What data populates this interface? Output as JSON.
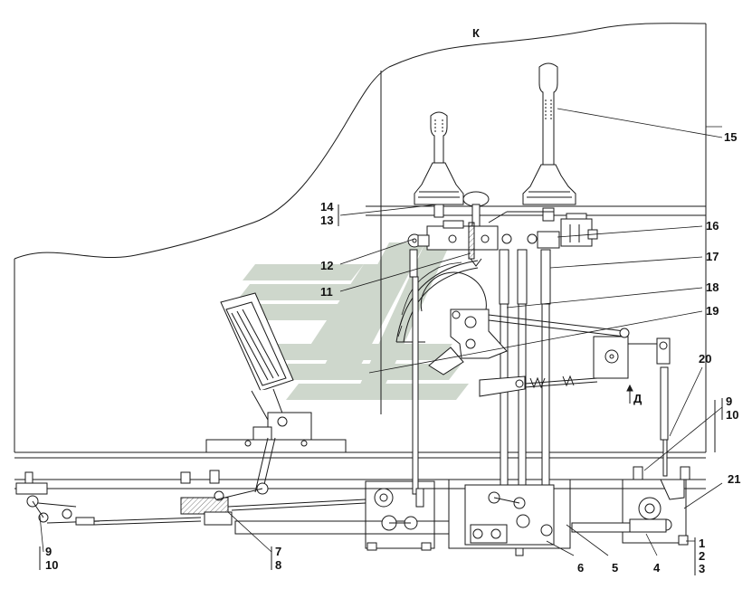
{
  "figure": {
    "view_letter": "К",
    "arrow_letter": "Д",
    "callouts": {
      "c1": "1",
      "c2": "2",
      "c3": "3",
      "c4": "4",
      "c5": "5",
      "c6": "6",
      "c7": "7",
      "c8": "8",
      "c9a": "9",
      "c10a": "10",
      "c9b": "9",
      "c10b": "10",
      "c11": "11",
      "c12": "12",
      "c13": "13",
      "c14": "14",
      "c15": "15",
      "c16": "16",
      "c17": "17",
      "c18": "18",
      "c19": "19",
      "c20": "20",
      "c21": "21"
    }
  },
  "colors": {
    "line": "#1a1a1a",
    "watermark": "#c9d3c7",
    "cab_fill": "#ffffff"
  }
}
